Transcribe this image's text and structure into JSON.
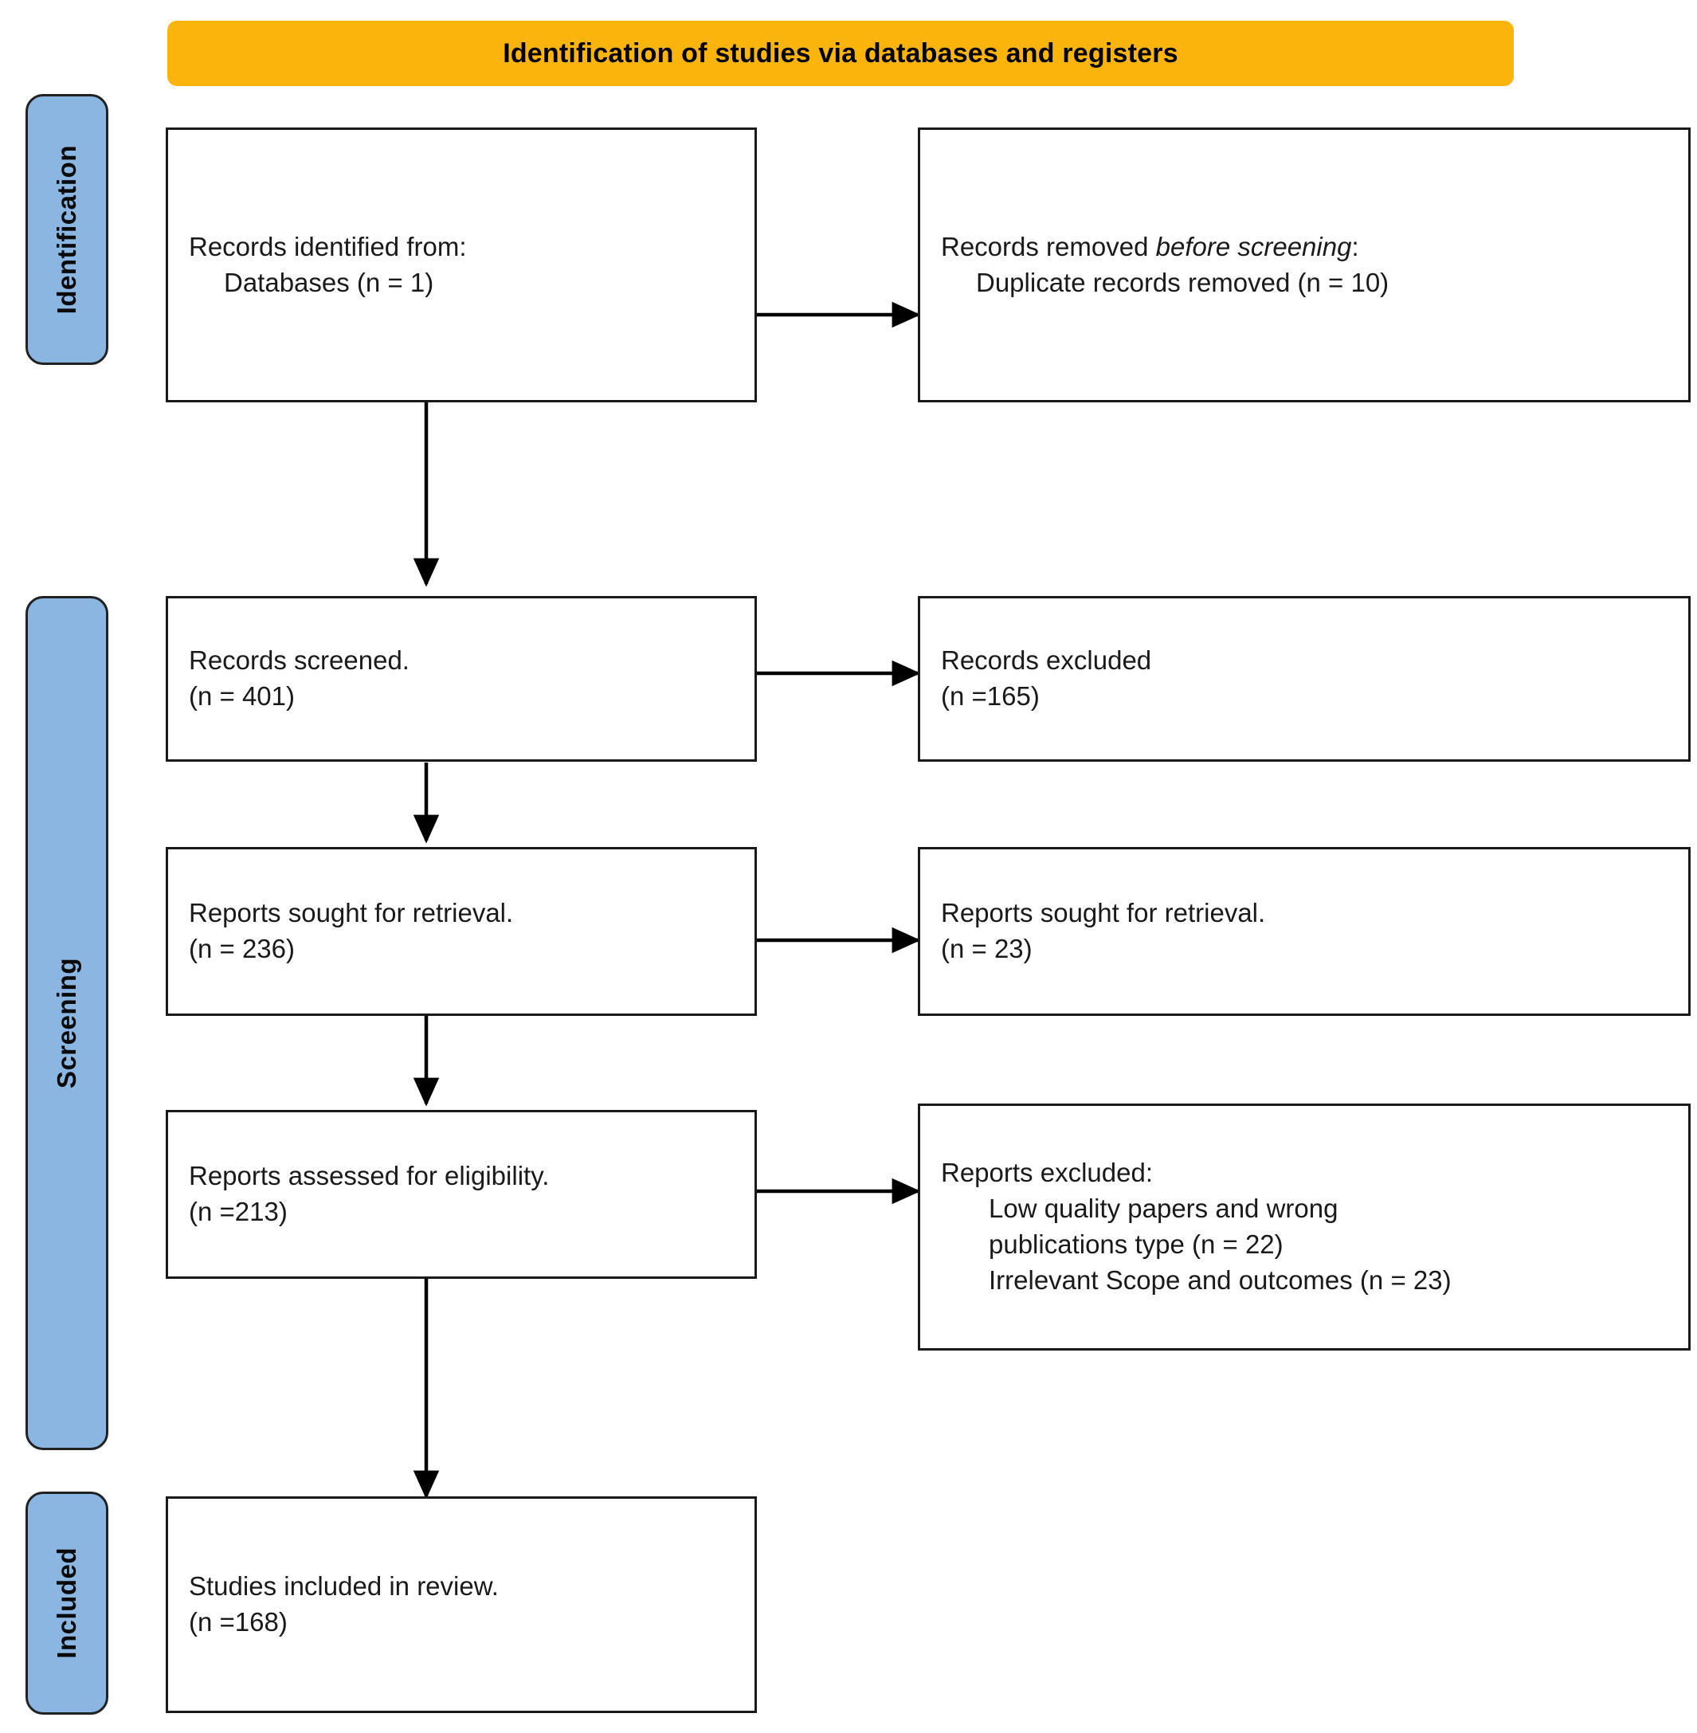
{
  "banner": {
    "title": "Identification of studies via databases and registers"
  },
  "stages": [
    {
      "id": "identification",
      "label": "Identification"
    },
    {
      "id": "screening",
      "label": "Screening"
    },
    {
      "id": "included",
      "label": "Included"
    }
  ],
  "boxes": {
    "identified": {
      "line1": "Records identified from:",
      "line2": "Databases (n = 1)"
    },
    "removed_before_screening": {
      "line1_prefix": "Records removed ",
      "line1_italic": "before screening",
      "line1_suffix": ":",
      "line2": "Duplicate records removed (n = 10)"
    },
    "records_screened": {
      "line1": "Records screened.",
      "line2": "(n = 401)"
    },
    "records_excluded": {
      "line1": "Records excluded",
      "line2": "(n =165)"
    },
    "reports_sought": {
      "line1": "Reports sought for retrieval.",
      "line2": "(n = 236)"
    },
    "reports_not_retrieved": {
      "line1": "Reports sought for retrieval.",
      "line2": "(n = 23)"
    },
    "reports_assessed": {
      "line1": "Reports assessed for eligibility.",
      "line2": "(n =213)"
    },
    "reports_excluded": {
      "line1": "Reports excluded:",
      "line2": "Low quality papers and wrong",
      "line3": "publications type (n = 22)",
      "line4": "Irrelevant Scope and outcomes (n = 23)"
    },
    "studies_included": {
      "line1": "Studies included in review.",
      "line2": "(n =168)"
    }
  },
  "colors": {
    "banner_fill": "#FBB40B",
    "stage_fill": "#8CB6E2",
    "box_border": "#1a1a1a",
    "connector": "#000000"
  },
  "chart_data": {
    "type": "diagram",
    "title": "PRISMA 2020 flow diagram",
    "nodes": [
      {
        "id": "identified",
        "stage": "Identification",
        "column": "left",
        "label": "Records identified from: Databases",
        "n": 1
      },
      {
        "id": "removed_before_screening",
        "stage": "Identification",
        "column": "right",
        "label": "Records removed before screening: Duplicate records removed",
        "n": 10
      },
      {
        "id": "records_screened",
        "stage": "Screening",
        "column": "left",
        "label": "Records screened.",
        "n": 401
      },
      {
        "id": "records_excluded",
        "stage": "Screening",
        "column": "right",
        "label": "Records excluded",
        "n": 165
      },
      {
        "id": "reports_sought",
        "stage": "Screening",
        "column": "left",
        "label": "Reports sought for retrieval.",
        "n": 236
      },
      {
        "id": "reports_not_retrieved",
        "stage": "Screening",
        "column": "right",
        "label": "Reports sought for retrieval.",
        "n": 23
      },
      {
        "id": "reports_assessed",
        "stage": "Screening",
        "column": "left",
        "label": "Reports assessed for eligibility.",
        "n": 213
      },
      {
        "id": "reports_excluded",
        "stage": "Screening",
        "column": "right",
        "label": "Reports excluded",
        "reasons": [
          {
            "label": "Low quality papers and wrong publications type",
            "n": 22
          },
          {
            "label": "Irrelevant Scope and outcomes",
            "n": 23
          }
        ]
      },
      {
        "id": "studies_included",
        "stage": "Included",
        "column": "left",
        "label": "Studies included in review.",
        "n": 168
      }
    ],
    "edges": [
      {
        "from": "identified",
        "to": "removed_before_screening",
        "direction": "right"
      },
      {
        "from": "identified",
        "to": "records_screened",
        "direction": "down"
      },
      {
        "from": "records_screened",
        "to": "records_excluded",
        "direction": "right"
      },
      {
        "from": "records_screened",
        "to": "reports_sought",
        "direction": "down"
      },
      {
        "from": "reports_sought",
        "to": "reports_not_retrieved",
        "direction": "right"
      },
      {
        "from": "reports_sought",
        "to": "reports_assessed",
        "direction": "down"
      },
      {
        "from": "reports_assessed",
        "to": "reports_excluded",
        "direction": "right"
      },
      {
        "from": "reports_assessed",
        "to": "studies_included",
        "direction": "down"
      }
    ]
  }
}
